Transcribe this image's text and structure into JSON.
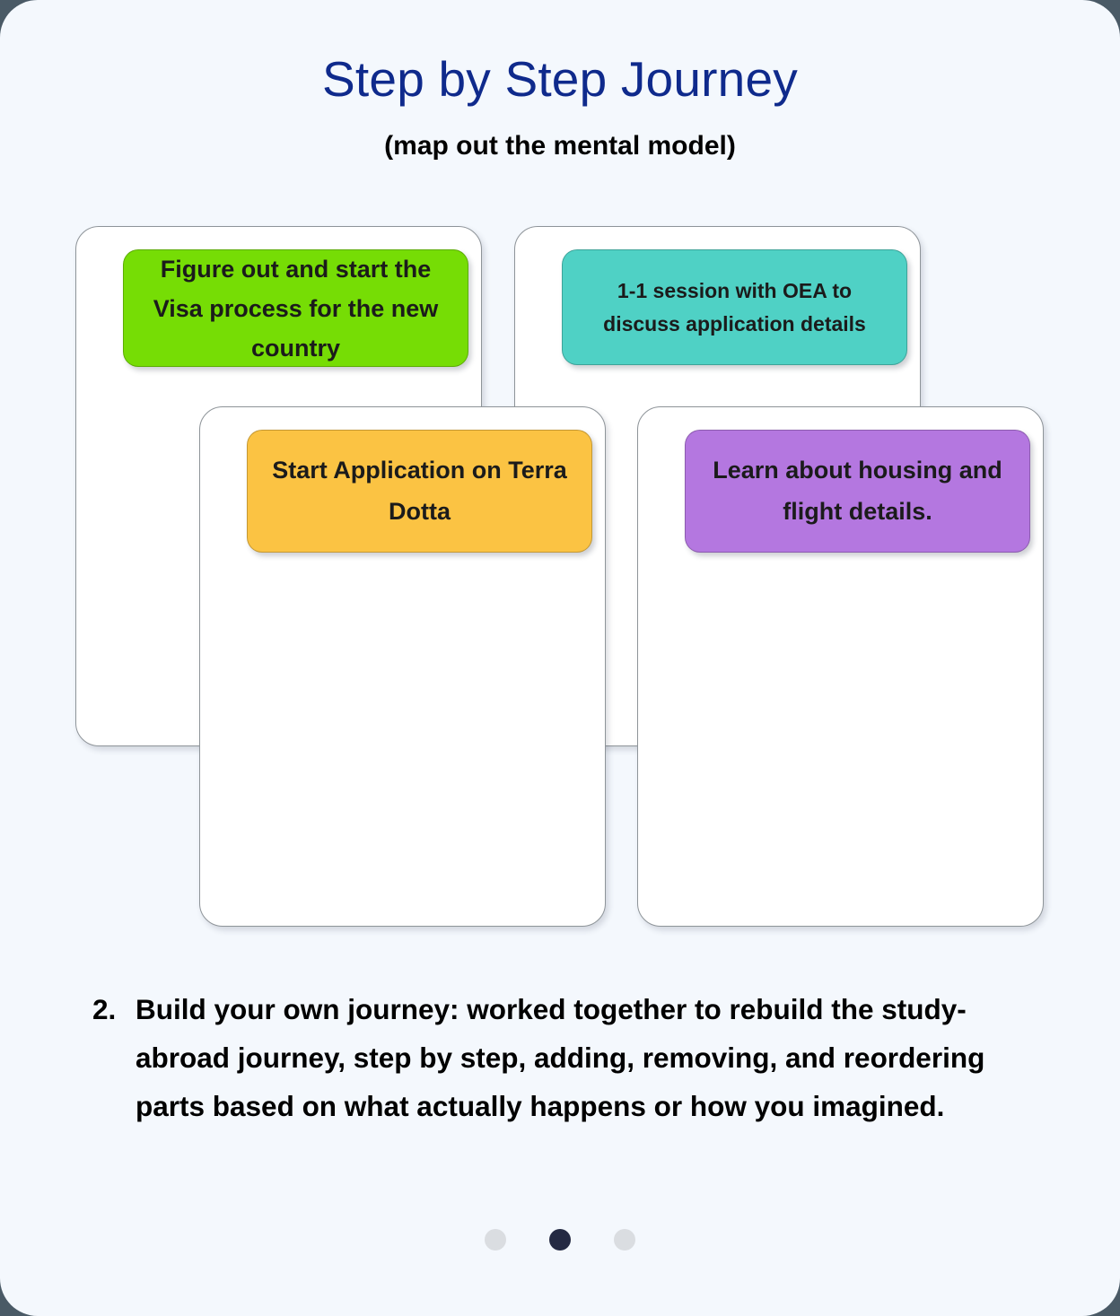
{
  "slide": {
    "title": "Step by Step Journey",
    "subtitle": "(map out the mental model)",
    "background_color": "#f4f8fd",
    "title_color": "#0f2a8c",
    "subtitle_color": "#000000"
  },
  "board": {
    "cards": [
      {
        "id": "card-visa",
        "position": "top-left",
        "chip_label": "Figure out and start the Visa process for the new country",
        "chip_color": "#76dd05",
        "chip_name": "chip-visa-process"
      },
      {
        "id": "card-oea",
        "position": "top-right",
        "chip_label": "1-1 session with OEA to discuss application details",
        "chip_color": "#4fd1c5",
        "chip_name": "chip-oea-session"
      },
      {
        "id": "card-terra-dotta",
        "position": "bottom-left",
        "chip_label": "Start Application on Terra Dotta",
        "chip_color": "#fbc343",
        "chip_name": "chip-terra-dotta"
      },
      {
        "id": "card-housing",
        "position": "bottom-right",
        "chip_label": "Learn about housing and flight details.",
        "chip_color": "#b477e0",
        "chip_name": "chip-housing-flight"
      }
    ]
  },
  "note": {
    "number": "2.",
    "text": "Build your own journey: worked together to rebuild the study-abroad journey, step by step, adding, removing, and reordering parts based on what actually happens or how you imagined."
  },
  "pagination": {
    "total": 3,
    "active_index": 1,
    "inactive_color": "#dadde1",
    "active_color": "#242a43"
  }
}
